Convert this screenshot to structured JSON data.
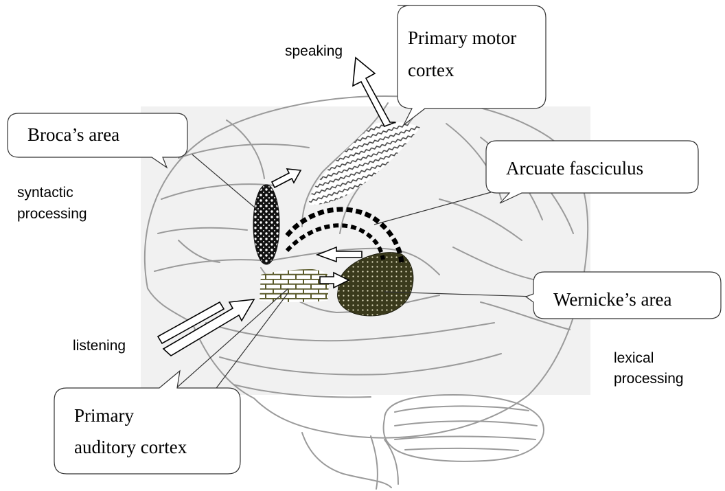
{
  "labels": {
    "primary_motor_cortex": [
      "Primary motor",
      "cortex"
    ],
    "brocas_area": "Broca’s area",
    "arcuate_fasciculus": "Arcuate fasciculus",
    "wernickes_area": "Wernicke’s area",
    "primary_auditory_cortex": [
      "Primary",
      "auditory cortex"
    ]
  },
  "side_labels": {
    "speaking": "speaking",
    "syntactic_processing": [
      "syntactic",
      "processing"
    ],
    "listening": "listening",
    "lexical_processing": [
      "lexical",
      "processing"
    ]
  },
  "colors": {
    "background": "#ffffff",
    "brain_backdrop": "#f1f1f1",
    "brain_outline": "#9a9a9a",
    "wernicke_fill": "#3a3a1c",
    "auditory_brick": "#5a5a2a",
    "broca_fill": "#111111"
  }
}
